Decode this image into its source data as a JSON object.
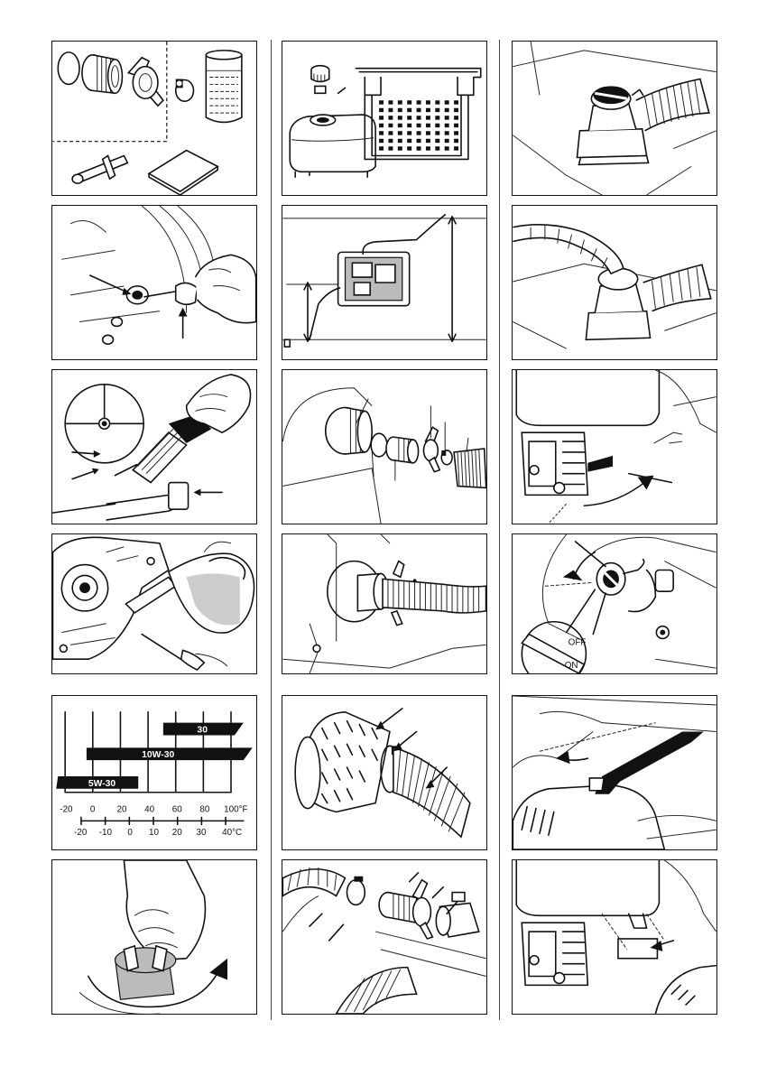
{
  "oil_chart": {
    "bands": [
      {
        "label": "30"
      },
      {
        "label": "10W-30"
      },
      {
        "label": "5W-30"
      }
    ],
    "fahrenheit_ticks": [
      "-20",
      "0",
      "20",
      "40",
      "60",
      "80",
      "100°F"
    ],
    "celsius_ticks": [
      "-20",
      "-10",
      "0",
      "10",
      "20",
      "30",
      "40°C"
    ]
  },
  "switch": {
    "off_label": "OFF",
    "on_label": "ON"
  },
  "colors": {
    "ink": "#111111",
    "paper": "#ffffff",
    "band_fill": "#111111"
  }
}
